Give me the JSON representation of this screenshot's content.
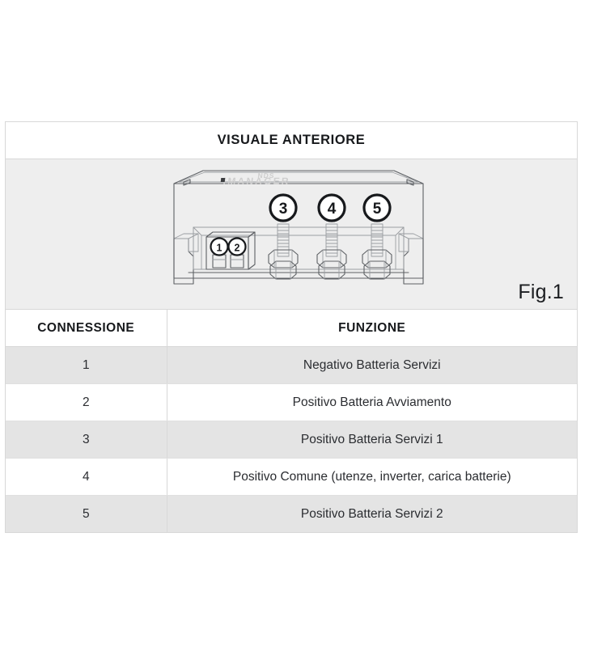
{
  "card": {
    "title": "VISUALE ANTERIORE",
    "figure_label": "Fig.1"
  },
  "device": {
    "brand": "NDS",
    "model": "IMANAGER",
    "callouts": [
      {
        "id": "1",
        "label": "1"
      },
      {
        "id": "2",
        "label": "2"
      },
      {
        "id": "3",
        "label": "3"
      },
      {
        "id": "4",
        "label": "4"
      },
      {
        "id": "5",
        "label": "5"
      }
    ]
  },
  "table": {
    "columns": [
      "CONNESSIONE",
      "FUNZIONE"
    ],
    "rows": [
      {
        "connessione": "1",
        "funzione": "Negativo Batteria Servizi"
      },
      {
        "connessione": "2",
        "funzione": "Positivo Batteria Avviamento"
      },
      {
        "connessione": "3",
        "funzione": "Positivo Batteria Servizi 1"
      },
      {
        "connessione": "4",
        "funzione": "Positivo Comune (utenze, inverter, carica batterie)"
      },
      {
        "connessione": "5",
        "funzione": "Positivo Batteria Servizi 2"
      }
    ]
  },
  "colors": {
    "panel_background": "#eeeeee",
    "row_shaded": "#e4e4e4",
    "row_plain": "#ffffff",
    "border": "#d8d8d8",
    "text": "#17191c"
  }
}
